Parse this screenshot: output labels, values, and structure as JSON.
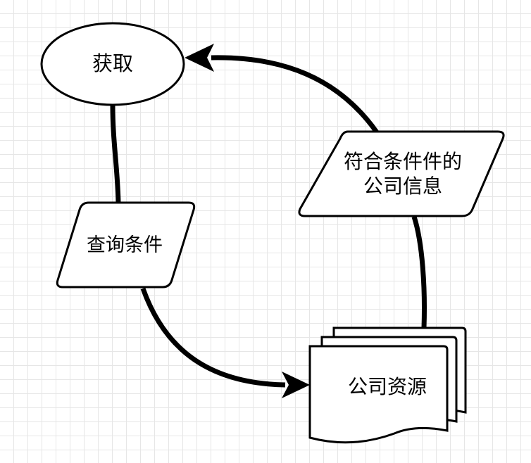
{
  "nodes": {
    "acquire": {
      "label": "获取"
    },
    "query_conditions": {
      "label": "查询条件"
    },
    "matching_info": {
      "line1": "符合条件件的",
      "line2": "公司信息"
    },
    "company_resources": {
      "label": "公司资源"
    }
  },
  "colors": {
    "stroke": "#000000",
    "fill": "#ffffff",
    "grid": "#e6e6e6"
  }
}
